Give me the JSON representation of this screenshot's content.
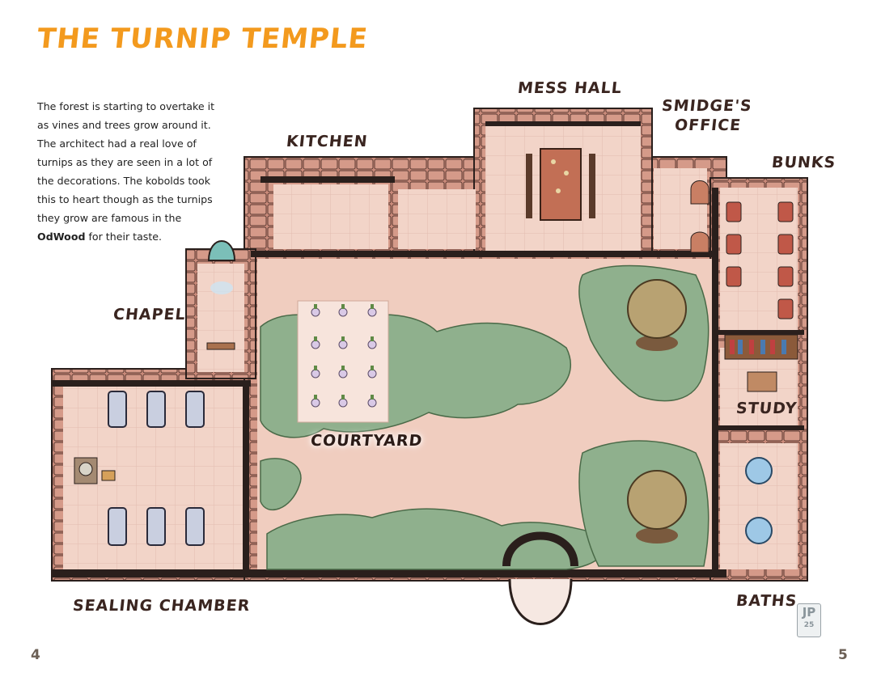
{
  "page": {
    "title": "THE TURNIP TEMPLE",
    "intro_before": "The forest is starting to overtake it as vines and trees grow around it. The architect had a real love of turnips as they are seen in a lot of the decorations. The kobolds took this to heart though as the turnips they grow are famous in the ",
    "intro_bold": "OdWood",
    "intro_after": " for their taste.",
    "page_left": "4",
    "page_right": "5",
    "signature": {
      "initials": "JP",
      "year": "25"
    }
  },
  "rooms": {
    "mess_hall": "MESS HALL",
    "smidges_office_line1": "SMIDGE'S",
    "smidges_office_line2": "OFFICE",
    "kitchen": "KITCHEN",
    "bunks": "BUNKS",
    "chapel": "CHAPEL",
    "study": "STUDY",
    "courtyard": "COURTYARD",
    "sealing_chamber": "SEALING CHAMBER",
    "baths": "BATHS"
  },
  "colors": {
    "title": "#f39a1e",
    "floor": "#f2d4c8",
    "wall_brick": "#c98a7a",
    "wall_dark": "#2a1f1c",
    "grass": "#8fb08d",
    "tree_canopy": "#b8a272"
  }
}
